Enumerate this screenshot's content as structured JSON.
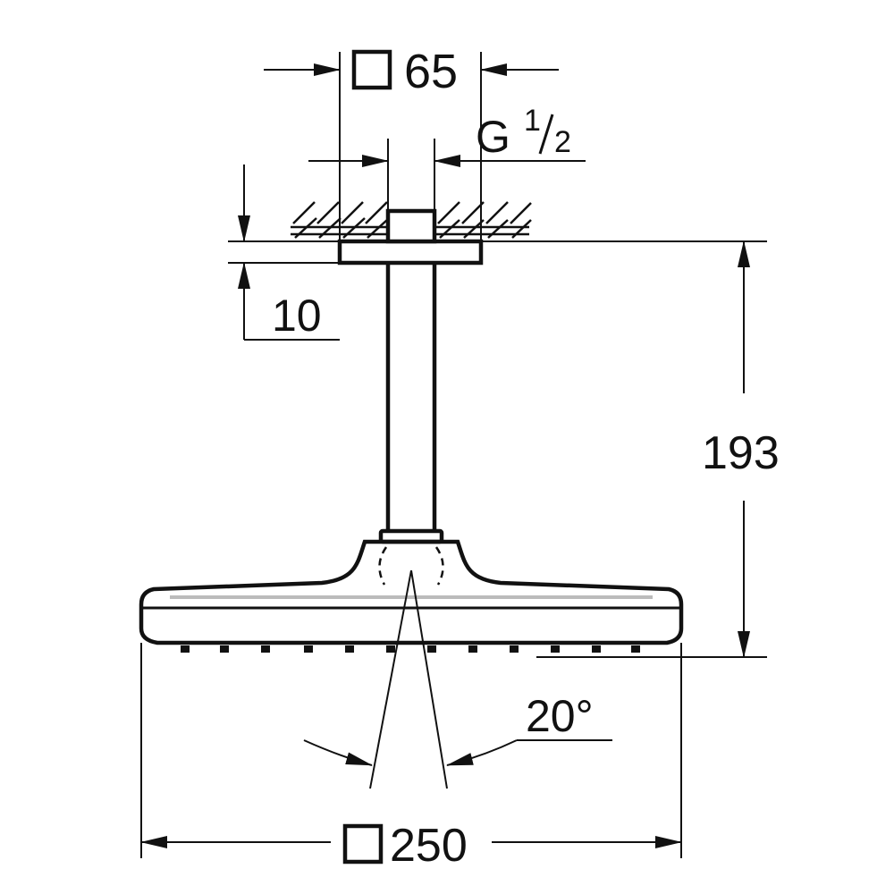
{
  "dimensions": {
    "flange_square_size": "65",
    "thread": {
      "letter": "G",
      "numerator": "1",
      "denominator": "2"
    },
    "flange_thickness": "10",
    "overall_height": "193",
    "spray_angle": "20°",
    "head_square_size": "250"
  },
  "colors": {
    "line": "#111111",
    "background": "#ffffff"
  }
}
